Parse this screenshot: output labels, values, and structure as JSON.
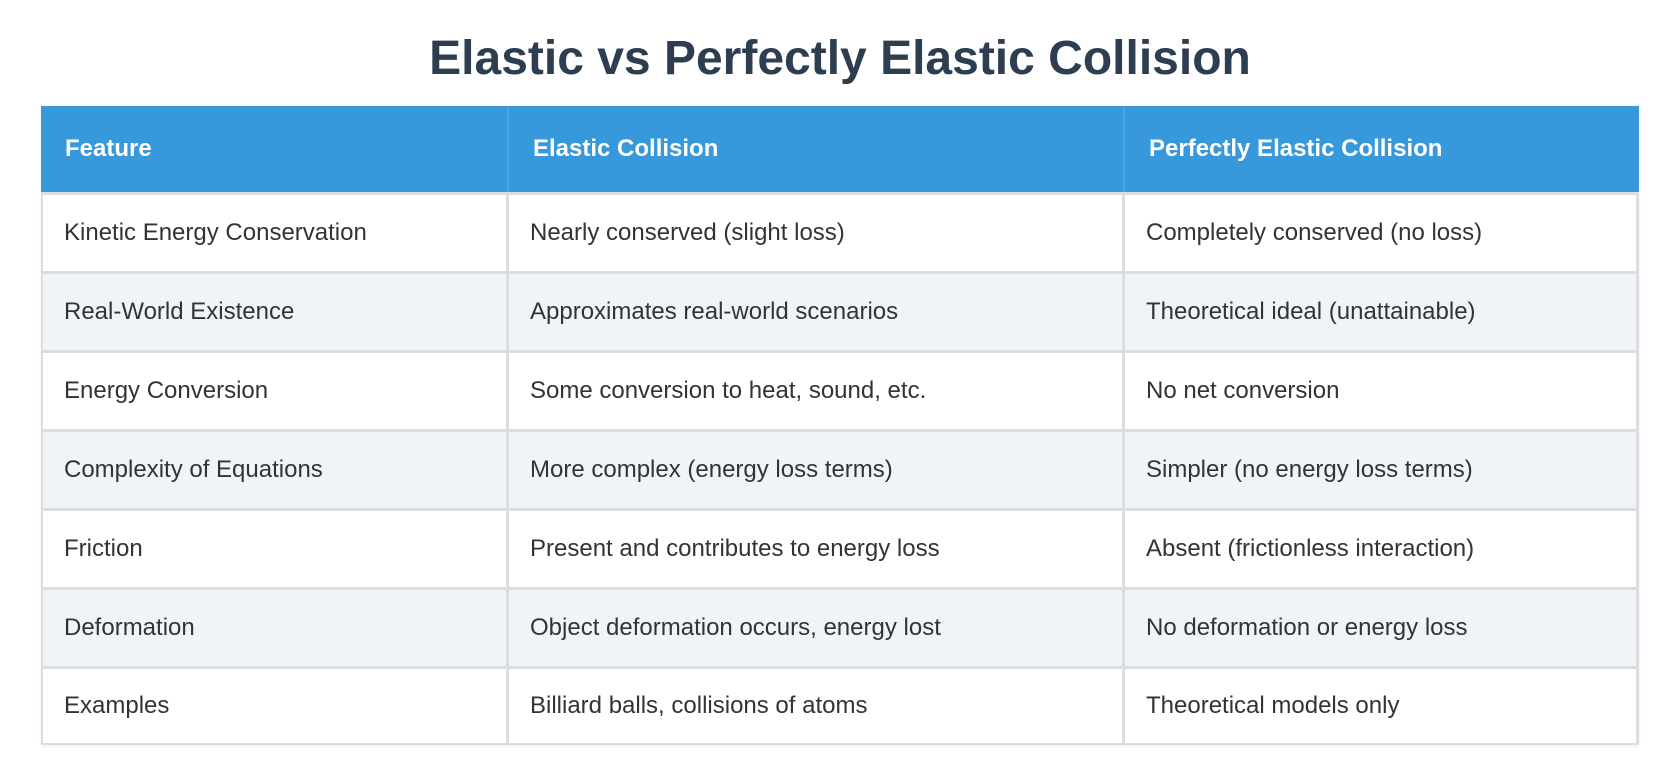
{
  "title": "Elastic vs Perfectly Elastic Collision",
  "colors": {
    "header_background": "#3799dc",
    "header_text": "#ffffff",
    "title_text": "#2c3e50",
    "striped_row": "#f0f4f9",
    "body_text": "#333333"
  },
  "table": {
    "headers": [
      "Feature",
      "Elastic Collision",
      "Perfectly Elastic Collision"
    ],
    "rows": [
      [
        "Kinetic Energy Conservation",
        "Nearly conserved (slight loss)",
        "Completely conserved (no loss)"
      ],
      [
        "Real-World Existence",
        "Approximates real-world scenarios",
        "Theoretical ideal (unattainable)"
      ],
      [
        "Energy Conversion",
        "Some conversion to heat, sound, etc.",
        "No net conversion"
      ],
      [
        "Complexity of Equations",
        "More complex (energy loss terms)",
        "Simpler (no energy loss terms)"
      ],
      [
        "Friction",
        "Present and contributes to energy loss",
        "Absent (frictionless interaction)"
      ],
      [
        "Deformation",
        "Object deformation occurs, energy lost",
        "No deformation or energy loss"
      ],
      [
        "Examples",
        "Billiard balls, collisions of atoms",
        "Theoretical models only"
      ]
    ]
  }
}
